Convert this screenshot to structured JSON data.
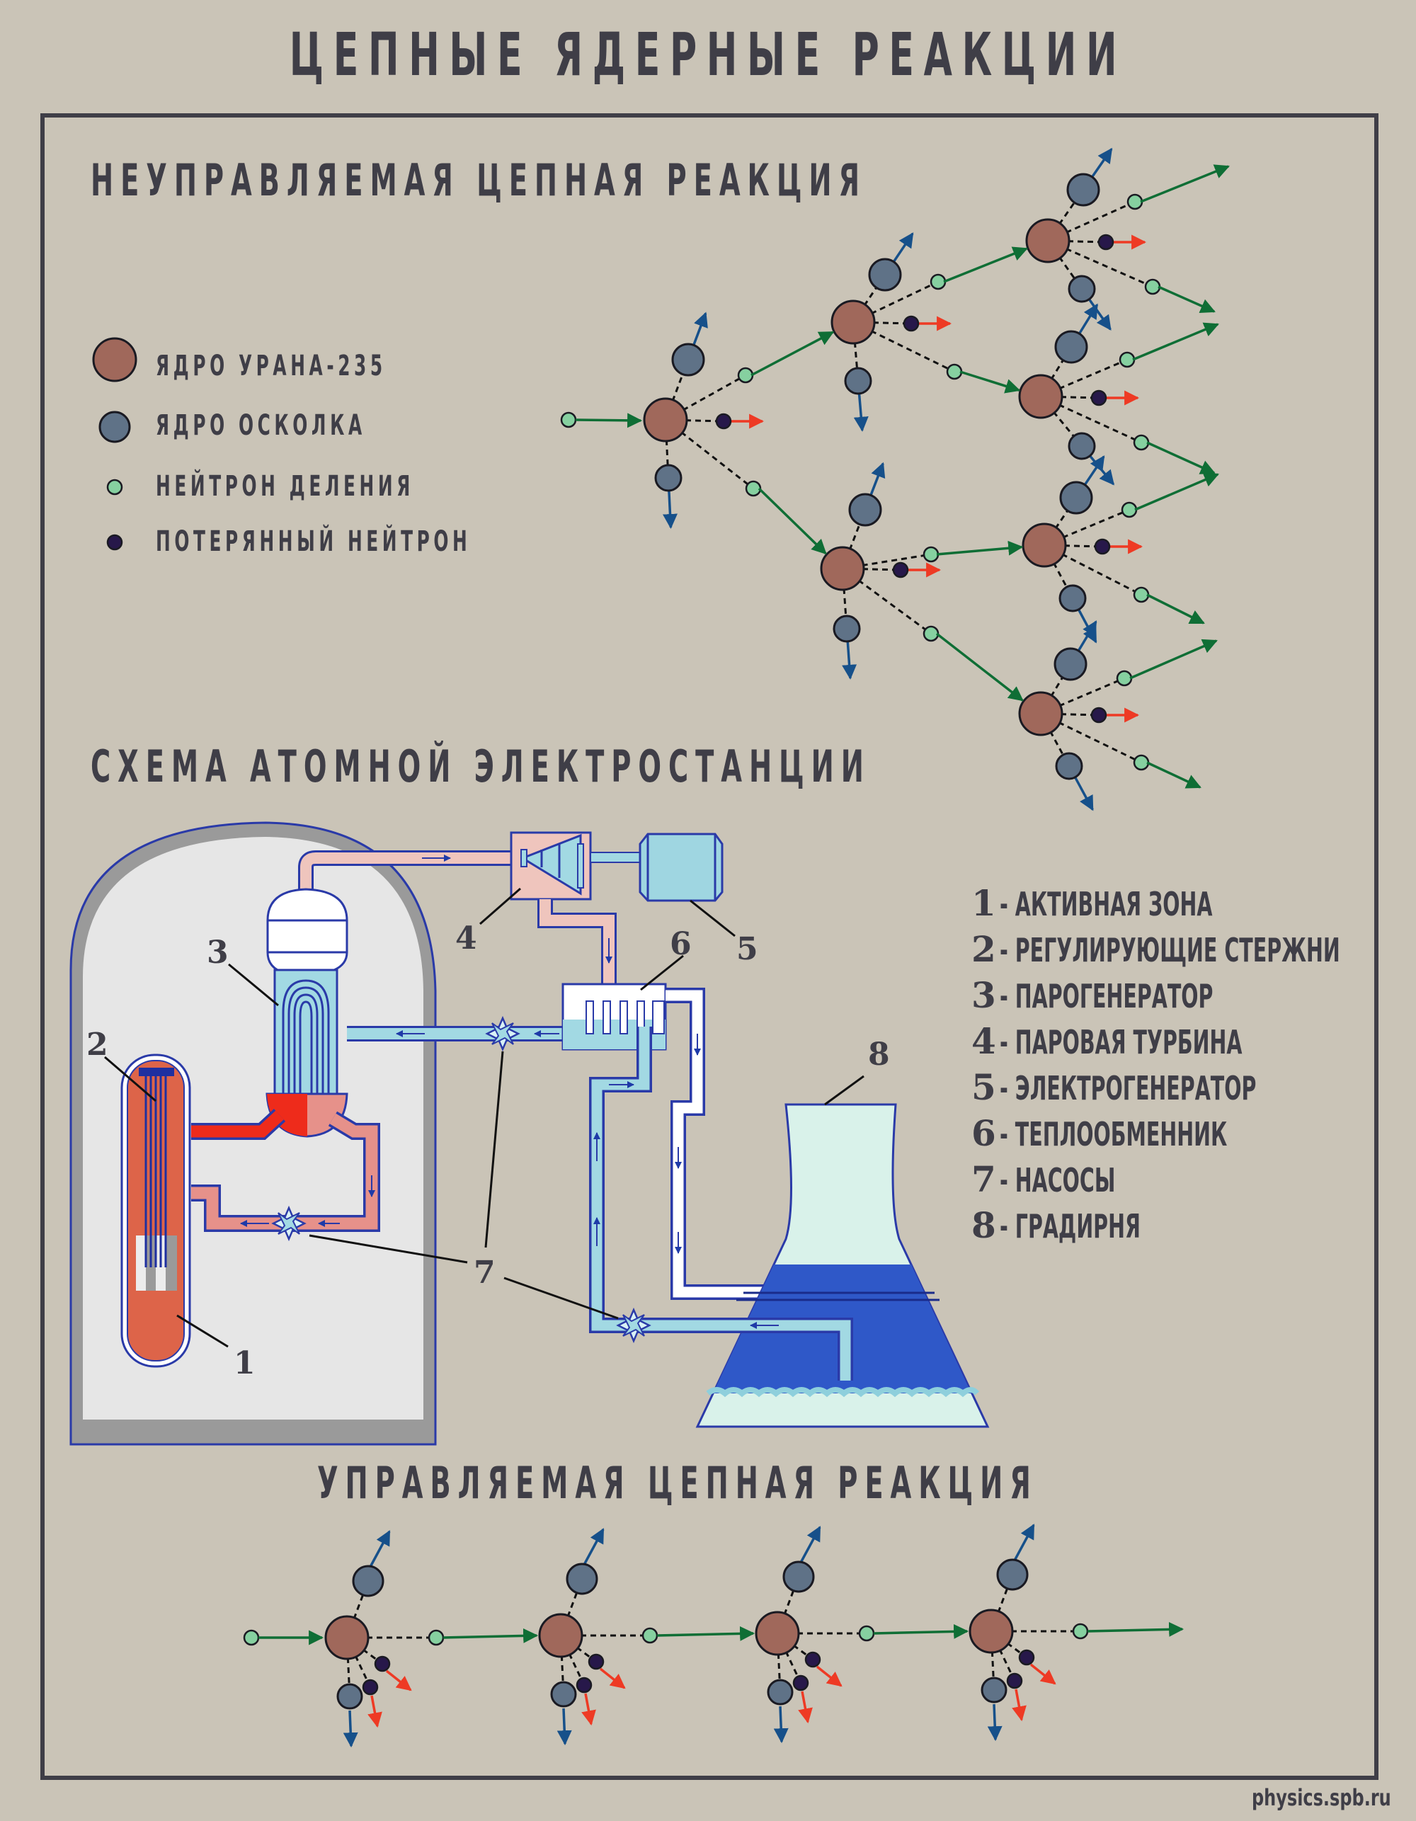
{
  "title": "ЦЕПНЫЕ ЯДЕРНЫЕ РЕАКЦИИ",
  "sections": {
    "uncontrolled": "НЕУПРАВЛЯЕМАЯ ЦЕПНАЯ РЕАКЦИЯ",
    "plant": "СХЕМА АТОМНОЙ ЭЛЕКТРОСТАНЦИИ",
    "controlled": "УПРАВЛЯЕМАЯ ЦЕПНАЯ РЕАКЦИЯ"
  },
  "legend": [
    {
      "icon": "uranium-nucleus-icon",
      "label": "ЯДРО УРАНА-235",
      "color": "#a0685b"
    },
    {
      "icon": "fragment-nucleus-icon",
      "label": "ЯДРО ОСКОЛКА",
      "color": "#5f7287"
    },
    {
      "icon": "fission-neutron-icon",
      "label": "НЕЙТРОН ДЕЛЕНИЯ",
      "color": "#86d0a0"
    },
    {
      "icon": "lost-neutron-icon",
      "label": "ПОТЕРЯННЫЙ НЕЙТРОН",
      "color": "#27184a"
    }
  ],
  "plant_key": [
    {
      "num": "1",
      "text": "- АКТИВНАЯ ЗОНА"
    },
    {
      "num": "2",
      "text": "- РЕГУЛИРУЮЩИЕ СТЕРЖНИ"
    },
    {
      "num": "3",
      "text": " - ПАРОГЕНЕРАТОР"
    },
    {
      "num": "4",
      "text": "- ПАРОВАЯ ТУРБИНА"
    },
    {
      "num": "5",
      "text": "- ЭЛЕКТРОГЕНЕРАТОР"
    },
    {
      "num": "6",
      "text": " - ТЕПЛООБМЕННИК"
    },
    {
      "num": "7",
      "text": " - НАСОСЫ"
    },
    {
      "num": "8",
      "text": "- ГРАДИРНЯ"
    }
  ],
  "callouts": [
    "1",
    "2",
    "3",
    "4",
    "5",
    "6",
    "7",
    "8"
  ],
  "colors": {
    "background": "#cac4b7",
    "ink": "#3f3e47",
    "uranium": "#a0685b",
    "fragment": "#5f7287",
    "neutron": "#86d0a0",
    "lost_neutron": "#27184a",
    "neutron_arrow": "#0f6e35",
    "fragment_arrow": "#16508a",
    "lost_arrow": "#ee3a24"
  },
  "footer": "physics.spb.ru"
}
